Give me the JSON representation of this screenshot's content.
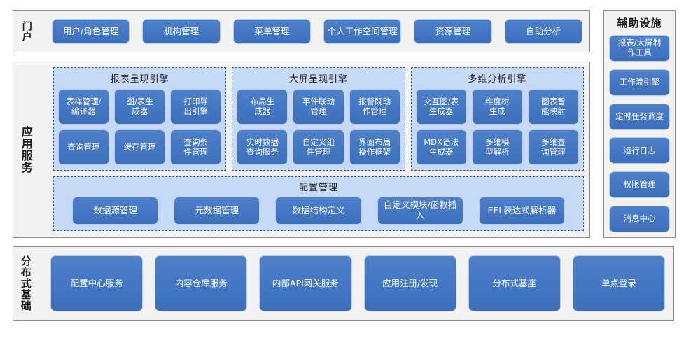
{
  "portal": {
    "label": "门户",
    "items": [
      {
        "label": "用户/角色管理"
      },
      {
        "label": "机构管理"
      },
      {
        "label": "菜单管理"
      },
      {
        "label": "个人工作空间管理"
      },
      {
        "label": "资源管理"
      },
      {
        "label": "自助分析"
      }
    ]
  },
  "app_services": {
    "label": "应用服务",
    "engines": [
      {
        "title": "报表呈现引擎",
        "items": [
          {
            "label": "表样管理/\n编译器"
          },
          {
            "label": "图/表生\n成器"
          },
          {
            "label": "打印导\n出引擎"
          },
          {
            "label": "查询管理"
          },
          {
            "label": "缓存管理"
          },
          {
            "label": "查询条\n件管理"
          }
        ]
      },
      {
        "title": "大屏呈现引擎",
        "items": [
          {
            "label": "布局生\n成器"
          },
          {
            "label": "事件联动\n管理"
          },
          {
            "label": "报警既动\n作管理"
          },
          {
            "label": "实时数据\n查询服务"
          },
          {
            "label": "自定义组\n件管理"
          },
          {
            "label": "界面布局\n操作框架"
          }
        ]
      },
      {
        "title": "多维分析引擎",
        "items": [
          {
            "label": "交互图/表\n生成器"
          },
          {
            "label": "维度树\n生成"
          },
          {
            "label": "图表智\n能映射"
          },
          {
            "label": "MDX语法\n生成器"
          },
          {
            "label": "多维模\n型解析"
          },
          {
            "label": "多维查\n询管理"
          }
        ]
      }
    ],
    "config": {
      "title": "配置管理",
      "items": [
        {
          "label": "数据源管理"
        },
        {
          "label": "元数据管理"
        },
        {
          "label": "数据结构定义"
        },
        {
          "label": "自定义模块/函数插入"
        },
        {
          "label": "EEL表达式解析器"
        }
      ]
    }
  },
  "foundation": {
    "label": "分布式基础",
    "items": [
      {
        "label": "配置中心服务"
      },
      {
        "label": "内容仓库服务"
      },
      {
        "label": "内部API网关服务"
      },
      {
        "label": "应用注册/发现"
      },
      {
        "label": "分布式基座"
      },
      {
        "label": "单点登录"
      }
    ]
  },
  "aux": {
    "title": "辅助设施",
    "items": [
      {
        "label": "报表/大屏制\n作工具"
      },
      {
        "label": "工作流引擎"
      },
      {
        "label": "定时任务调度"
      },
      {
        "label": "运行日志"
      },
      {
        "label": "权限管理"
      },
      {
        "label": "消息中心"
      }
    ]
  },
  "colors": {
    "button_blue": "#4377c4",
    "button_border": "#b9cce8",
    "group_background": "#c6daf8",
    "group_border": "#3f5f95",
    "panel_background": "#f2f2f2",
    "panel_border": "#8a8a8a"
  }
}
